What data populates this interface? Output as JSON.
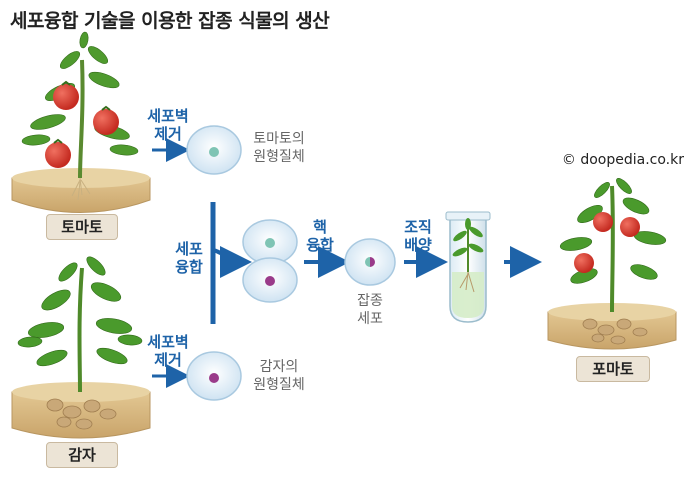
{
  "title": "세포융합 기술을 이용한 잡종 식물의 생산",
  "credit": "© doopedia.co.kr",
  "plants": {
    "tomato": "토마토",
    "potato": "감자",
    "pomato": "포마토"
  },
  "steps": {
    "wall_removal_top": [
      "세포벽",
      "제거"
    ],
    "wall_removal_bottom": [
      "세포벽",
      "제거"
    ],
    "cell_fusion": [
      "세포",
      "융합"
    ],
    "nuclear_fusion": [
      "핵",
      "융합"
    ],
    "tissue_culture": [
      "조직",
      "배양"
    ]
  },
  "cells": {
    "tomato_protoplast": [
      "토마토의",
      "원형질체"
    ],
    "potato_protoplast": [
      "감자의",
      "원형질체"
    ],
    "hybrid_cell": [
      "잡종",
      "세포"
    ]
  },
  "colors": {
    "step_label": "#1e63a8",
    "arrow": "#1e63a8",
    "tomato_nucleus": "#7fc4b4",
    "potato_nucleus": "#9a3b8a",
    "tomato_fruit": "#d83a2e",
    "soil": "#d9bf8c"
  }
}
